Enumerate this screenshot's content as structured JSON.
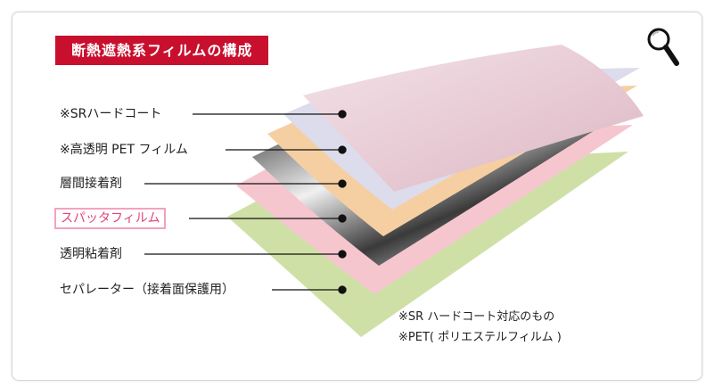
{
  "title": "断熱遮熱系フィルムの構成",
  "icons": {
    "magnifier": "magnifier-icon"
  },
  "layers": [
    {
      "label": "※SRハードコート",
      "color": "#ead2da",
      "highlight": false
    },
    {
      "label": "※高透明 PET フィルム",
      "color": "#dcdcec",
      "highlight": false
    },
    {
      "label": "層間接着剤",
      "color": "#f5cfa2",
      "highlight": false
    },
    {
      "label": "スパッタフィルム",
      "color": "#8c8c8c",
      "highlight": true
    },
    {
      "label": "透明粘着剤",
      "color": "#f6c6cf",
      "highlight": false
    },
    {
      "label": "セパレーター（接着面保護用）",
      "color": "#cfe0a6",
      "highlight": false
    }
  ],
  "footnotes": [
    "※SR ハードコート対応のもの",
    "※PET( ポリエステルフィルム )"
  ],
  "colors": {
    "title_bg": "#c8102e",
    "highlight_text": "#e2407a",
    "highlight_border": "#f3a2c0"
  }
}
